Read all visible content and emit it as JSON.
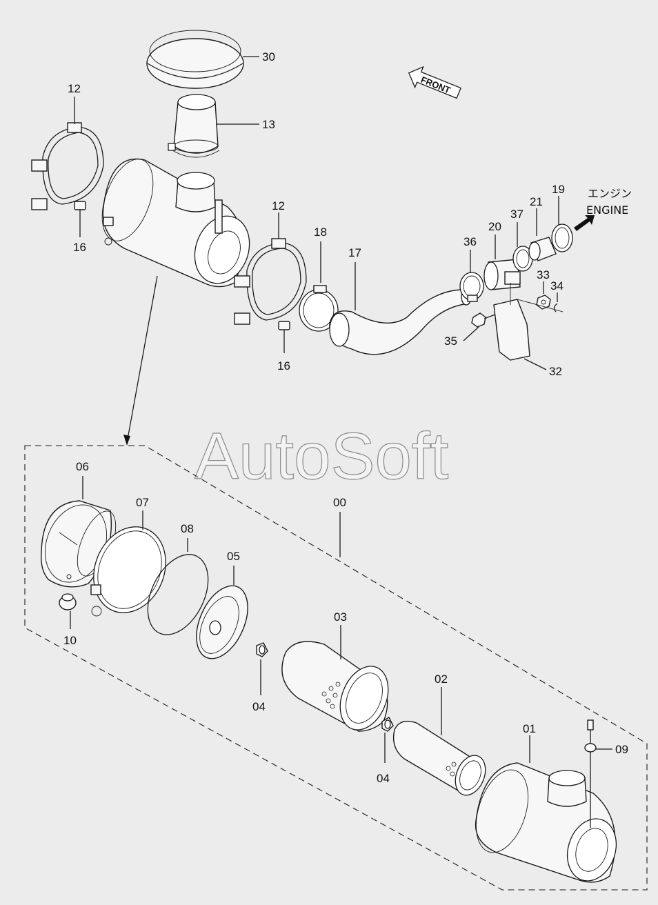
{
  "watermark": "AutoSoft",
  "front_label": "FRONT",
  "engine_label_jp": "エンジン",
  "engine_label_en": "ENGINE",
  "callouts": {
    "c30": "30",
    "c13": "13",
    "c12a": "12",
    "c12b": "12",
    "c16a": "16",
    "c16b": "16",
    "c18": "18",
    "c17": "17",
    "c36": "36",
    "c20": "20",
    "c37": "37",
    "c21": "21",
    "c19": "19",
    "c33": "33",
    "c34": "34",
    "c35": "35",
    "c32": "32",
    "c06": "06",
    "c07": "07",
    "c08": "08",
    "c05": "05",
    "c00": "00",
    "c10": "10",
    "c04a": "04",
    "c03": "03",
    "c04b": "04",
    "c02": "02",
    "c01": "01",
    "c09": "09"
  }
}
